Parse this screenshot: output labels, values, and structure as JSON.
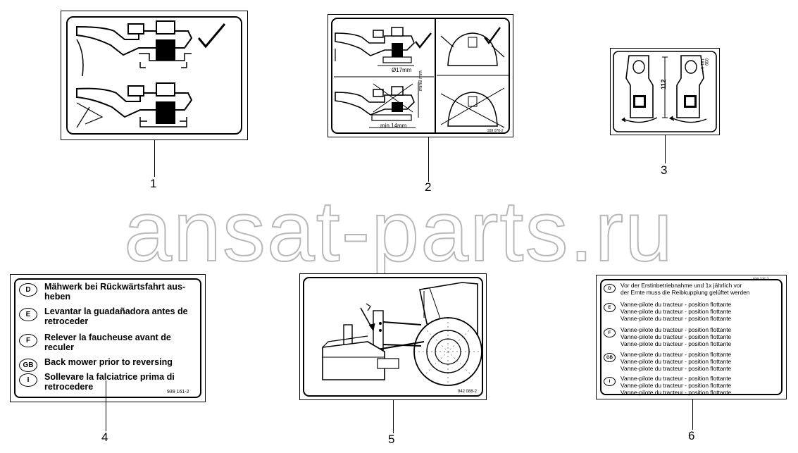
{
  "watermark": "ansat-parts.ru",
  "callouts": [
    "1",
    "2",
    "3",
    "4",
    "5",
    "6"
  ],
  "sticker2": {
    "dim_upper": "Ø17mm",
    "dim_lower": "min.14mm",
    "dim_vertical": "min8 mm",
    "code": "939 070-2"
  },
  "sticker3": {
    "dimension": "112",
    "code": "939 181-1"
  },
  "sticker4": {
    "rows": [
      {
        "lang": "D",
        "text": "Mähwerk bei Rückwärtsfahrt aus-heben"
      },
      {
        "lang": "E",
        "text": "Levantar la guadañadora antes de retroceder"
      },
      {
        "lang": "F",
        "text": "Relever la faucheuse avant de reculer"
      },
      {
        "lang": "GB",
        "text": "Back mower prior to reversing"
      },
      {
        "lang": "I",
        "text": "Sollevare la falciatrice prima di retrocedere"
      }
    ],
    "code": "939 161-2"
  },
  "sticker5": {
    "code": "942 088-2"
  },
  "sticker6": {
    "code": "939 276-2",
    "rows": [
      {
        "lang": "D",
        "lines": [
          "Vor der Erstinbetriebnahme und 1x jährlich vor",
          "der Ernte muss die Reibkupplung gelüftet werden"
        ]
      },
      {
        "lang": "E",
        "lines": [
          "Vanne-pilote du tracteur - position flottante",
          "Vanne-pilote du tracteur - position flottante",
          "Vanne-pilote du tracteur - position flottante"
        ]
      },
      {
        "lang": "F",
        "lines": [
          "Vanne-pilote du tracteur - position flottante",
          "Vanne-pilote du tracteur - position flottante",
          "Vanne-pilote du tracteur - position flottante"
        ]
      },
      {
        "lang": "GB",
        "lines": [
          "Vanne-pilote du tracteur - position flottante",
          "Vanne-pilote du tracteur - position flottante",
          "Vanne-pilote du tracteur - position flottante"
        ]
      },
      {
        "lang": "I",
        "lines": [
          "Vanne-pilote du tracteur - position flottante",
          "Vanne-pilote du tracteur - position flottante",
          "Vanne-pilote du tracteur - position flottante"
        ]
      }
    ]
  }
}
